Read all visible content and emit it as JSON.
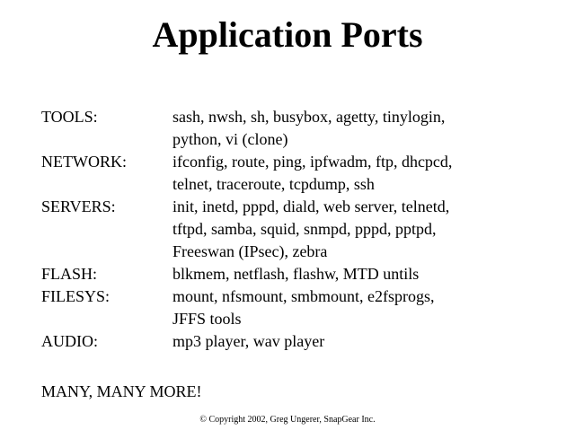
{
  "slide": {
    "title": "Application Ports",
    "rows": [
      {
        "label": "TOOLS:",
        "lines": [
          "sash, nwsh, sh, busybox, agetty, tinylogin,",
          "python, vi (clone)"
        ]
      },
      {
        "label": "NETWORK:",
        "lines": [
          "ifconfig, route, ping, ipfwadm, ftp, dhcpcd,",
          "telnet, traceroute, tcpdump, ssh"
        ]
      },
      {
        "label": "SERVERS:",
        "lines": [
          "init, inetd, pppd, diald, web server, telnetd,",
          "tftpd, samba, squid, snmpd, pppd, pptpd,",
          "Freeswan (IPsec), zebra"
        ]
      },
      {
        "label": "FLASH:",
        "lines": [
          "blkmem, netflash, flashw, MTD untils"
        ]
      },
      {
        "label": "FILESYS:",
        "lines": [
          "mount, nfsmount, smbmount, e2fsprogs,",
          "JFFS tools"
        ]
      },
      {
        "label": "AUDIO:",
        "lines": [
          "mp3 player, wav player"
        ]
      }
    ],
    "more": "MANY, MANY MORE!",
    "copyright": "© Copyright 2002, Greg Ungerer, SnapGear Inc."
  }
}
